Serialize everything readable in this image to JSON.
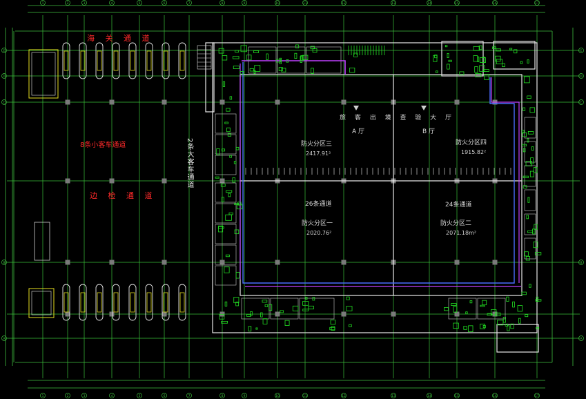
{
  "drawing": {
    "background": "#000000",
    "grid_color": "#4fd14f",
    "wall_color": "#e8e8e8",
    "accent_magenta": "#c040ff",
    "accent_blue": "#4a6cff",
    "accent_red": "#ff2a2a",
    "accent_yellow": "#e8e020"
  },
  "labels": {
    "sea_channel": "海 关 通 道",
    "car_channel": "8条小客车通道",
    "border_channel": "边 检 通 道",
    "bus_channel": "2条大客车通道",
    "hall_title": "旅 客 出 境 查 验 大 厅",
    "hall_a": "A 厅",
    "hall_b": "B 厅",
    "zone3_name": "防火分区三",
    "zone3_area": "2417.91²",
    "zone4_name": "防火分区四",
    "zone4_area": "1915.82²",
    "lanes_26": "26条通道",
    "lanes_24": "24条通道",
    "zone1_name": "防火分区一",
    "zone1_area": "2020.76²",
    "zone2_name": "防火分区二",
    "zone2_area": "2071.18m²"
  },
  "axes": {
    "rows": [
      "E",
      "D",
      "C",
      "B",
      "A"
    ],
    "columns": [
      "1",
      "2",
      "3",
      "4",
      "5",
      "6",
      "7",
      "8",
      "9",
      "10",
      "11",
      "12",
      "13",
      "14",
      "15",
      "16",
      "17"
    ]
  }
}
